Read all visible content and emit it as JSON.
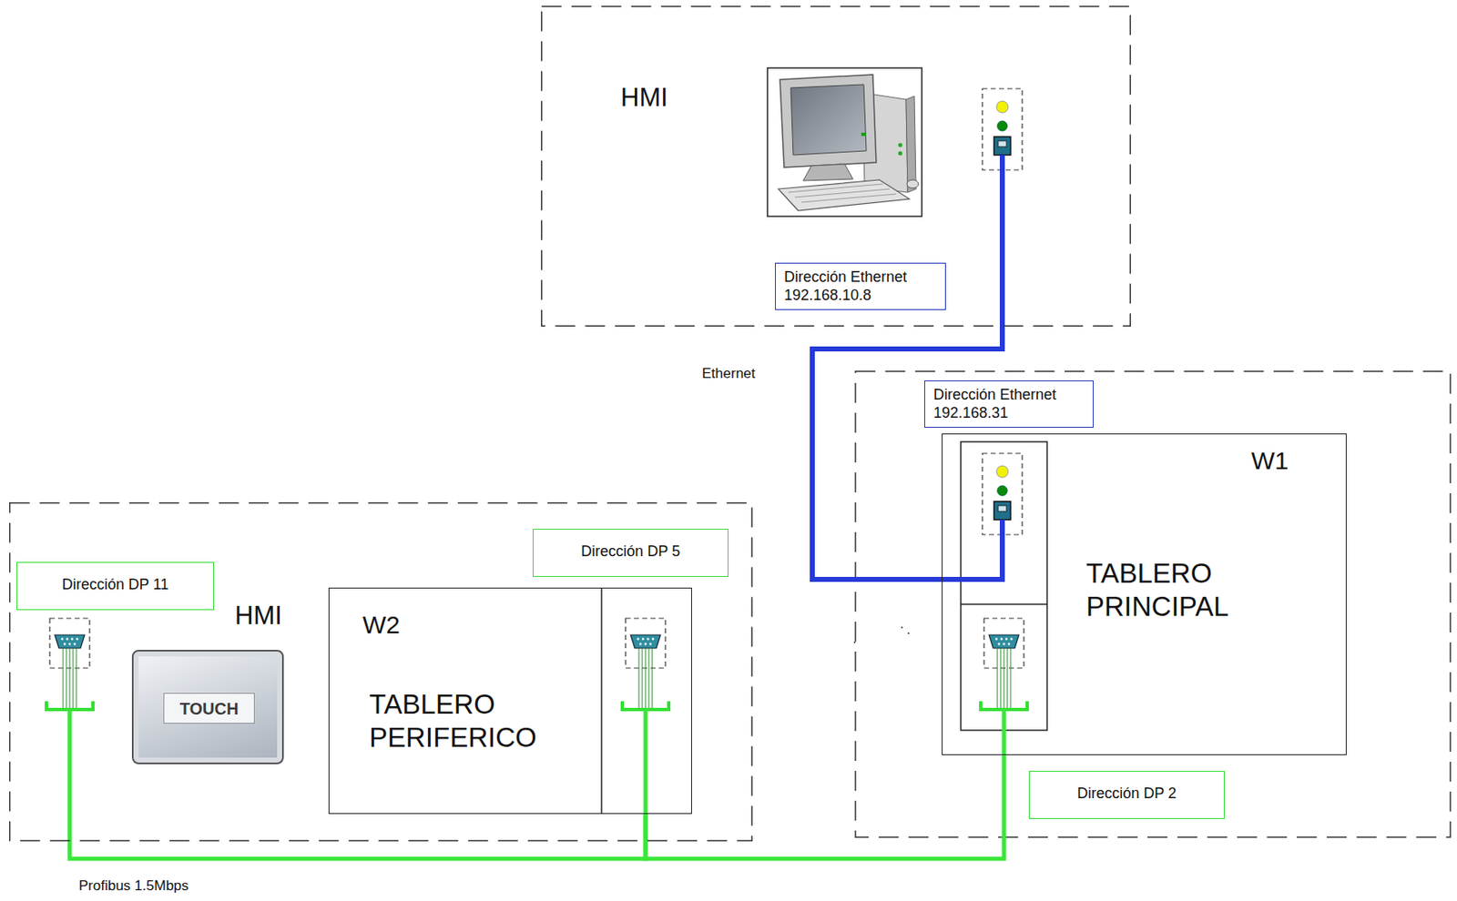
{
  "diagram": {
    "nodes": [
      {
        "text": [
          "HMI"
        ]
      },
      {
        "text": [
          "Dirección Ethernet 192.168.10.8"
        ],
        "in": 0
      },
      {
        "text": [
          "Dirección Ethernet 192.168.31"
        ]
      },
      {
        "text": [
          "W1",
          "TABLERO PRINCIPAL"
        ]
      },
      {
        "text": [
          "Dirección DP 2"
        ]
      },
      {
        "text": [
          "HMI"
        ]
      },
      {
        "text": [
          "Dirección DP 11"
        ],
        "in": 5
      },
      {
        "text": [
          "TOUCH"
        ],
        "in": 5
      },
      {
        "text": [
          "W2",
          "TABLERO PERIFERICO"
        ],
        "in": 5
      },
      {
        "text": [
          "Dirección DP 5"
        ],
        "in": 5
      }
    ],
    "edges": [
      {
        "from": 0,
        "to": 3,
        "arrow": "none"
      },
      {
        "from": 5,
        "to": 8,
        "arrow": "none"
      },
      {
        "from": 8,
        "to": 3,
        "arrow": "none"
      }
    ],
    "labels": [
      "Ethernet",
      "Profibus 1.5Mbps"
    ]
  }
}
